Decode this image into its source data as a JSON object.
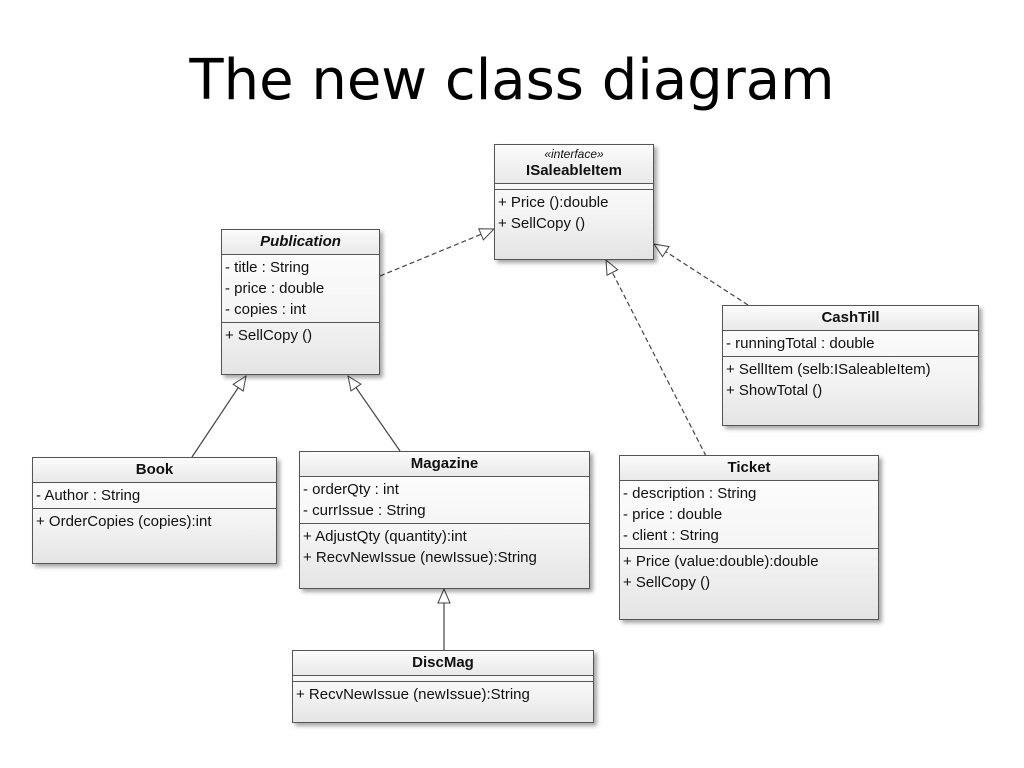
{
  "title": "The new class diagram",
  "classes": {
    "isaleable": {
      "stereotype": "«interface»",
      "name": "ISaleableItem",
      "attributes": [],
      "operations": [
        "+ Price ():double",
        "+ SellCopy ()"
      ]
    },
    "publication": {
      "name": "Publication",
      "attributes": [
        "- title : String",
        "- price : double",
        "- copies : int"
      ],
      "operations": [
        "+ SellCopy ()"
      ]
    },
    "cashtill": {
      "name": "CashTill",
      "attributes": [
        "- runningTotal : double"
      ],
      "operations": [
        "+ SellItem (selb:ISaleableItem)",
        "+ ShowTotal ()"
      ]
    },
    "book": {
      "name": "Book",
      "attributes": [
        "- Author : String"
      ],
      "operations": [
        "+ OrderCopies (copies):int"
      ]
    },
    "magazine": {
      "name": "Magazine",
      "attributes": [
        "- orderQty : int",
        "- currIssue : String"
      ],
      "operations": [
        "+ AdjustQty (quantity):int",
        "+ RecvNewIssue (newIssue):String"
      ]
    },
    "ticket": {
      "name": "Ticket",
      "attributes": [
        "- description : String",
        "- price : double",
        "- client : String"
      ],
      "operations": [
        "+ Price (value:double):double",
        "+ SellCopy ()"
      ]
    },
    "discmag": {
      "name": "DiscMag",
      "attributes": [],
      "operations": [
        "+ RecvNewIssue (newIssue):String"
      ]
    }
  }
}
